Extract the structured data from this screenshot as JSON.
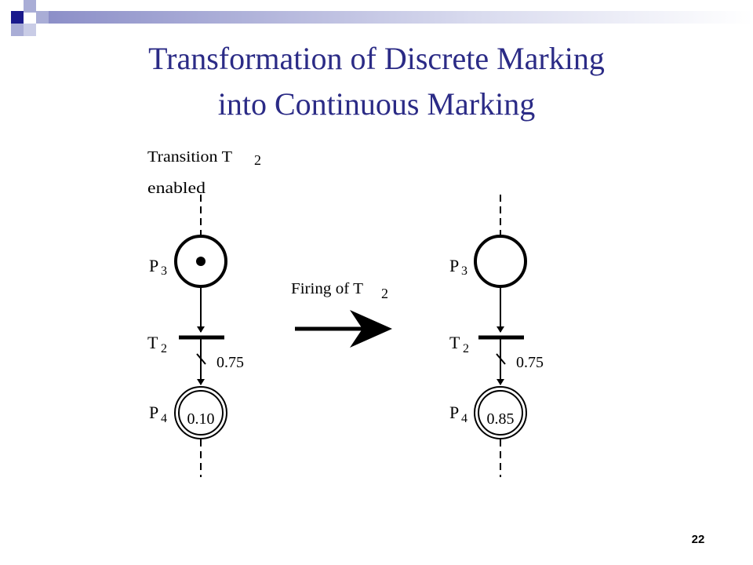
{
  "slide": {
    "title_line1": "Transformation of Discrete Marking",
    "title_line2": "into Continuous Marking",
    "page_number": "22"
  },
  "colors": {
    "title": "#2b2b86",
    "decoration_dark": "#1a1a8c",
    "decoration_light": "#a9add6",
    "line": "#000000"
  },
  "diagram": {
    "left_net": {
      "caption_line1": "Transition T",
      "caption_sub": "2",
      "caption_line2": "enabled",
      "place_top": {
        "letter": "P",
        "sub": "3",
        "tokens": 1
      },
      "transition": {
        "letter": "T",
        "sub": "2"
      },
      "weight": "0.75",
      "place_bottom": {
        "letter": "P",
        "sub": "4",
        "marking": "0.10"
      }
    },
    "arrow": {
      "label": "Firing of T",
      "label_sub": "2"
    },
    "right_net": {
      "place_top": {
        "letter": "P",
        "sub": "3",
        "tokens": 0
      },
      "transition": {
        "letter": "T",
        "sub": "2"
      },
      "weight": "0.75",
      "place_bottom": {
        "letter": "P",
        "sub": "4",
        "marking": "0.85"
      }
    }
  }
}
